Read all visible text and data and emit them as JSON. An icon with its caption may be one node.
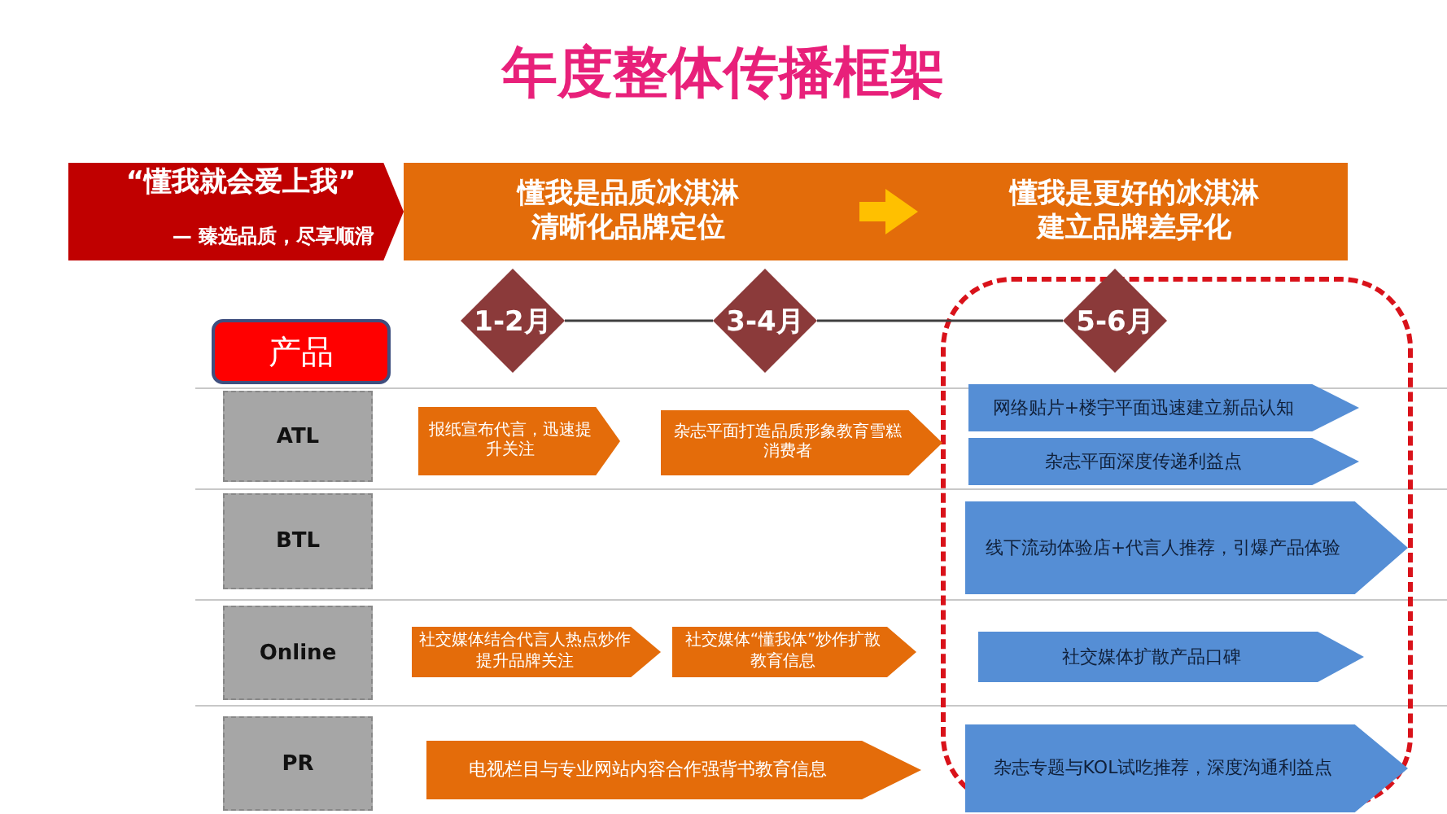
{
  "diagram": {
    "title": "年度整体传播框架",
    "nodes": [
      {
        "text": [
          "“懂我就会爱上我”",
          "— 臻选品质，尽享顺滑"
        ]
      },
      {
        "text": [
          "懂我是品质冰淇淋清晰化品牌定位"
        ]
      },
      {
        "text": [
          "懂我是更好的冰淇淋建立品牌差异化"
        ]
      },
      {
        "text": [
          "1-2月"
        ]
      },
      {
        "text": [
          "3-4月"
        ]
      },
      {
        "text": [],
        "shape": "box"
      },
      {
        "text": [
          "5-6月"
        ]
      },
      {
        "text": [
          "产品"
        ]
      },
      {
        "text": [
          "ATL"
        ]
      },
      {
        "text": [
          "报纸宣布代言，迅速提升关注"
        ]
      },
      {
        "text": [
          "杂志平面打造品质形象教育雪糕消费者"
        ]
      },
      {
        "text": [
          "网络贴片+楼宇平面迅速建立新品认知"
        ],
        "in": 5
      },
      {
        "text": [
          "杂志平面深度传递利益点"
        ],
        "in": 5
      },
      {
        "text": [
          "BTL"
        ]
      },
      {
        "text": [
          "线下流动体验店+代言人推荐，引爆产品体验"
        ],
        "in": 5
      },
      {
        "text": [
          "Online"
        ]
      },
      {
        "text": [
          "社交媒体结合代言人热点炒作提升品牌关注"
        ]
      },
      {
        "text": [
          "社交媒体“懂我体”炒作扩散教育信息"
        ]
      },
      {
        "text": [
          "社交媒体扩散产品口碑"
        ],
        "in": 5
      },
      {
        "text": [
          "PR"
        ]
      },
      {
        "text": [
          "电视栏目与专业网站内容合作强背书教育信息"
        ]
      },
      {
        "text": [
          "杂志专题与KOL试吃推荐，深度沟通利益点"
        ],
        "in": 5
      }
    ],
    "edges": [
      {
        "from": 1,
        "to": 2,
        "arrow": "to",
        "style": "thick",
        "color": "#ffc000"
      },
      {
        "from": 3,
        "to": 4,
        "arrow": "none"
      },
      {
        "from": 4,
        "to": 6,
        "arrow": "none"
      }
    ]
  }
}
